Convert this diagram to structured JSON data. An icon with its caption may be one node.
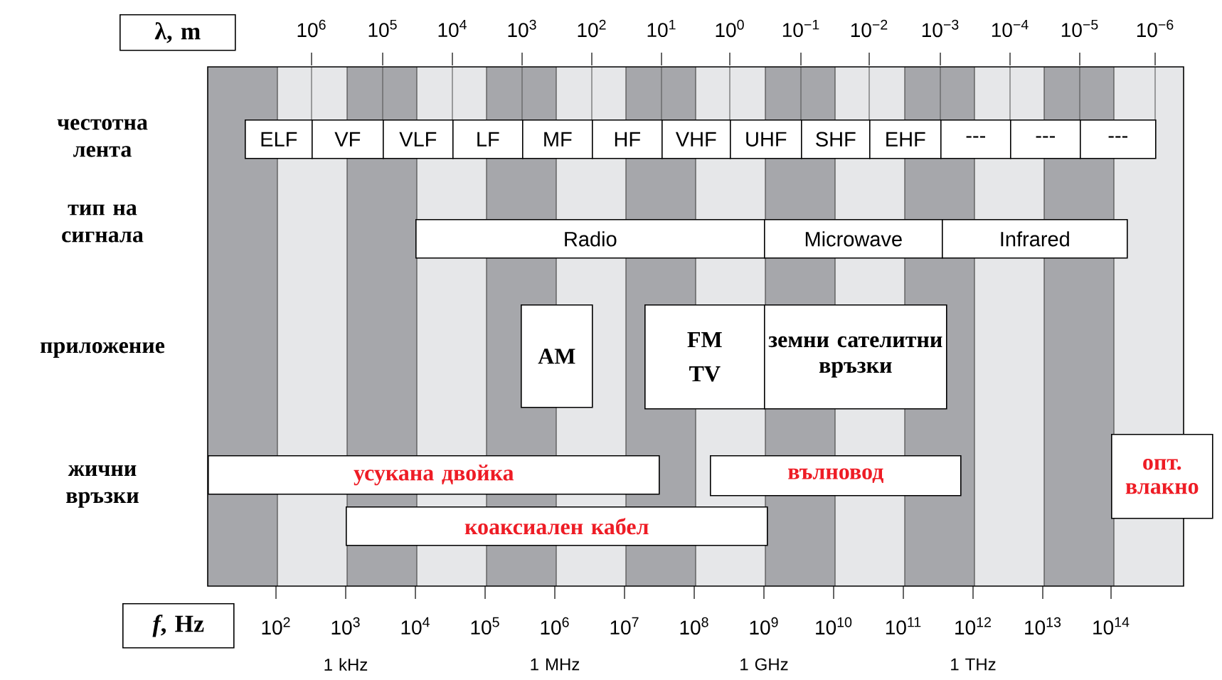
{
  "diagram": {
    "nodes": [
      {
        "text": [
          "λ, m"
        ]
      },
      {
        "text": [
          "ELF"
        ]
      },
      {
        "text": [
          "VF"
        ]
      },
      {
        "text": [
          "VLF"
        ]
      },
      {
        "text": [
          "LF"
        ]
      },
      {
        "text": [
          "MF"
        ]
      },
      {
        "text": [
          "HF"
        ]
      },
      {
        "text": [
          "VHF"
        ]
      },
      {
        "text": [
          "UHF"
        ]
      },
      {
        "text": [
          "SHF"
        ]
      },
      {
        "text": [
          "EHF"
        ]
      },
      {
        "text": [
          "---"
        ]
      },
      {
        "text": [
          "---"
        ]
      },
      {
        "text": [
          "---"
        ]
      },
      {
        "text": [
          "Radio"
        ]
      },
      {
        "text": [
          "Microwave"
        ]
      },
      {
        "text": [
          "Infrared"
        ]
      },
      {
        "text": [
          "AM"
        ]
      },
      {
        "text": [
          "FM",
          "TV"
        ]
      },
      {
        "text": [
          "земни сателитни връзки"
        ]
      },
      {
        "text": [
          "усукана двойка"
        ]
      },
      {
        "text": [
          "вълновод"
        ]
      },
      {
        "text": [
          "коаксиален кабел"
        ]
      },
      {
        "text": [
          "опт. влакно"
        ]
      },
      {
        "text": [
          "*f*, Hz"
        ]
      }
    ],
    "labels": [
      "10$^{6}$",
      "10$^{5}$",
      "10$^{4}$",
      "10$^{3}$",
      "10$^{2}$",
      "10$^{1}$",
      "10$^{0}$",
      "10$^{−1}$",
      "10$^{−2}$",
      "10$^{−3}$",
      "10$^{−4}$",
      "10$^{−5}$",
      "10$^{−6}$",
      "честотна лента",
      "тип на сигнала",
      "приложение",
      "жични връзки",
      "10$^{2}$",
      "10$^{3}$",
      "10$^{4}$",
      "10$^{5}$",
      "10$^{6}$",
      "10$^{7}$",
      "10$^{8}$",
      "10$^{9}$",
      "10$^{10}$",
      "10$^{11}$",
      "10$^{12}$",
      "10$^{13}$",
      "10$^{14}$",
      "1 kHz",
      "1 MHz",
      "1 GHz",
      "1 THz"
    ]
  }
}
